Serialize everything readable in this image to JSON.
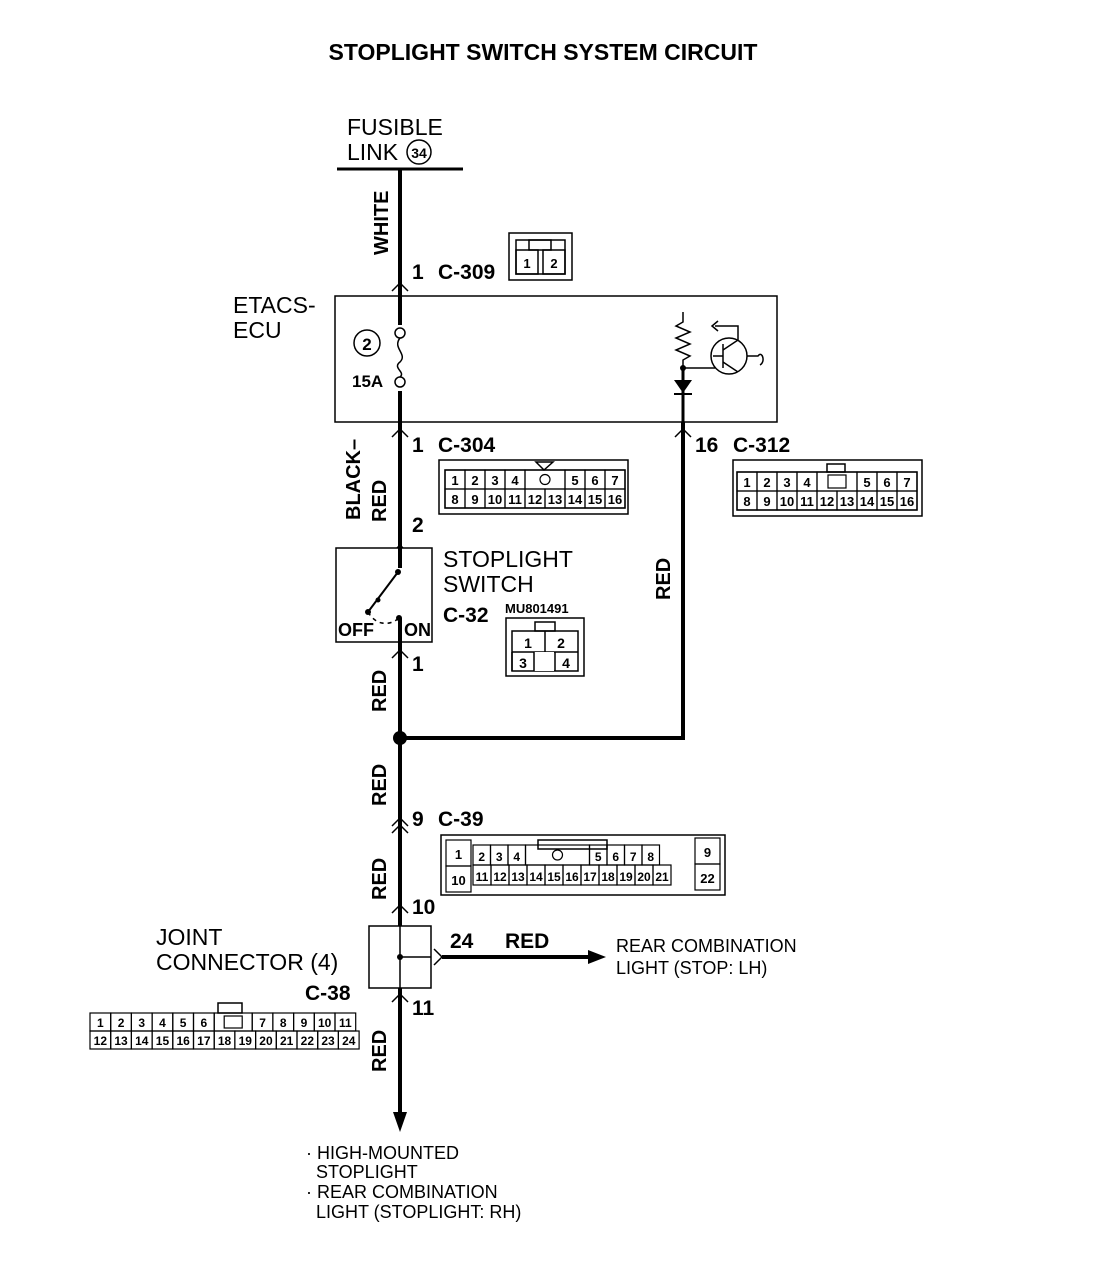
{
  "title": "STOPLIGHT SWITCH SYSTEM CIRCUIT",
  "fusible_link": {
    "line1": "FUSIBLE",
    "line2": "LINK",
    "number": "34"
  },
  "wire_colors": {
    "white": "WHITE",
    "black_red_1": "BLACK–",
    "black_red_2": "RED",
    "red": "RED"
  },
  "etacs": {
    "label1": "ETACS-",
    "label2": "ECU",
    "fuse_number": "2",
    "fuse_rating": "15A"
  },
  "connectors": {
    "c309": {
      "pin": "1",
      "name": "C-309",
      "cells": [
        "1",
        "2"
      ]
    },
    "c304": {
      "pin": "1",
      "name": "C-304",
      "row1": [
        "1",
        "2",
        "3",
        "4",
        "",
        "5",
        "6",
        "7"
      ],
      "row2": [
        "8",
        "9",
        "10",
        "11",
        "12",
        "13",
        "14",
        "15",
        "16"
      ]
    },
    "c312": {
      "pin": "16",
      "name": "C-312",
      "row1": [
        "1",
        "2",
        "3",
        "4",
        "",
        "5",
        "6",
        "7"
      ],
      "row2": [
        "8",
        "9",
        "10",
        "11",
        "12",
        "13",
        "14",
        "15",
        "16"
      ]
    },
    "c32": {
      "pin_in": "2",
      "pin_out": "1",
      "name": "C-32",
      "part": "MU801491",
      "cells": [
        "1",
        "2",
        "3",
        "4"
      ]
    },
    "c39": {
      "pin_in": "9",
      "pin_out": "10",
      "name": "C-39",
      "row1": [
        "1",
        "2",
        "3",
        "4",
        "",
        "5",
        "6",
        "7",
        "8",
        "9"
      ],
      "row2": [
        "10",
        "11",
        "12",
        "13",
        "14",
        "15",
        "16",
        "17",
        "18",
        "19",
        "20",
        "21",
        "22"
      ]
    },
    "c38": {
      "name": "C-38",
      "pin_out_main": "11",
      "pin_branch": "24",
      "row1": [
        "1",
        "2",
        "3",
        "4",
        "5",
        "6",
        "",
        "7",
        "8",
        "9",
        "10",
        "11"
      ],
      "row2": [
        "12",
        "13",
        "14",
        "15",
        "16",
        "17",
        "18",
        "19",
        "20",
        "21",
        "22",
        "23",
        "24"
      ]
    }
  },
  "stoplight_switch": {
    "line1": "STOPLIGHT",
    "line2": "SWITCH",
    "off": "OFF",
    "on": "ON"
  },
  "joint_connector": {
    "line1": "JOINT",
    "line2": "CONNECTOR (4)"
  },
  "rear_combination_lh": {
    "line1": "REAR COMBINATION",
    "line2": "LIGHT (STOP: LH)"
  },
  "destinations": {
    "item1_line1": "· HIGH-MOUNTED",
    "item1_line2": "STOPLIGHT",
    "item2_line1": "· REAR COMBINATION",
    "item2_line2": "LIGHT (STOPLIGHT: RH)"
  }
}
